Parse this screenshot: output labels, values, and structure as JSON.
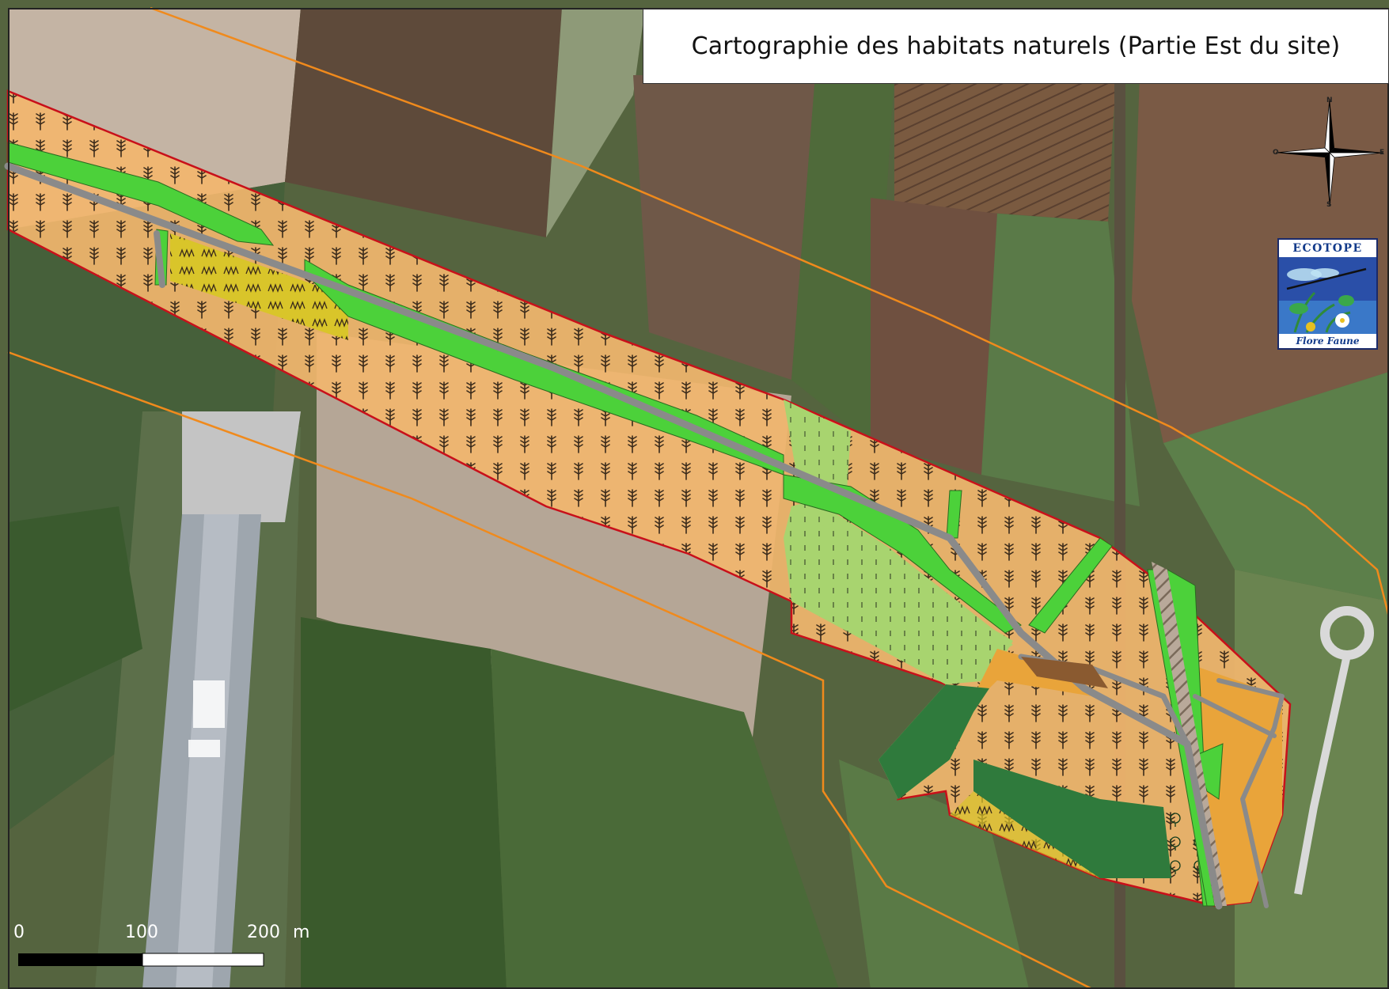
{
  "map": {
    "title": "Cartographie des habitats naturels (Partie Est du site)",
    "scale_bar": {
      "labels": [
        "0",
        "100",
        "200"
      ],
      "unit": "m"
    },
    "compass": {
      "north": "N",
      "south": "S",
      "east": "E",
      "west": "O"
    },
    "logo": {
      "top_text": "ECOTOPE",
      "bottom_text": "Flore Faune"
    },
    "colors": {
      "cereal_crop": "#f2b66e",
      "crop_symbol": "#3a2a1a",
      "meadow_yellow": "#d9c52a",
      "meadow_light_green": "#a8d46f",
      "hedge_green": "#4cd13a",
      "woodland_dark_green": "#2f7a3c",
      "road": "#8a8a8a",
      "study_area_outline": "#c8101a",
      "buffer_outline": "#f08a1c",
      "orange_zone": "#e9a43a",
      "railway": "#9a8a7a"
    }
  }
}
